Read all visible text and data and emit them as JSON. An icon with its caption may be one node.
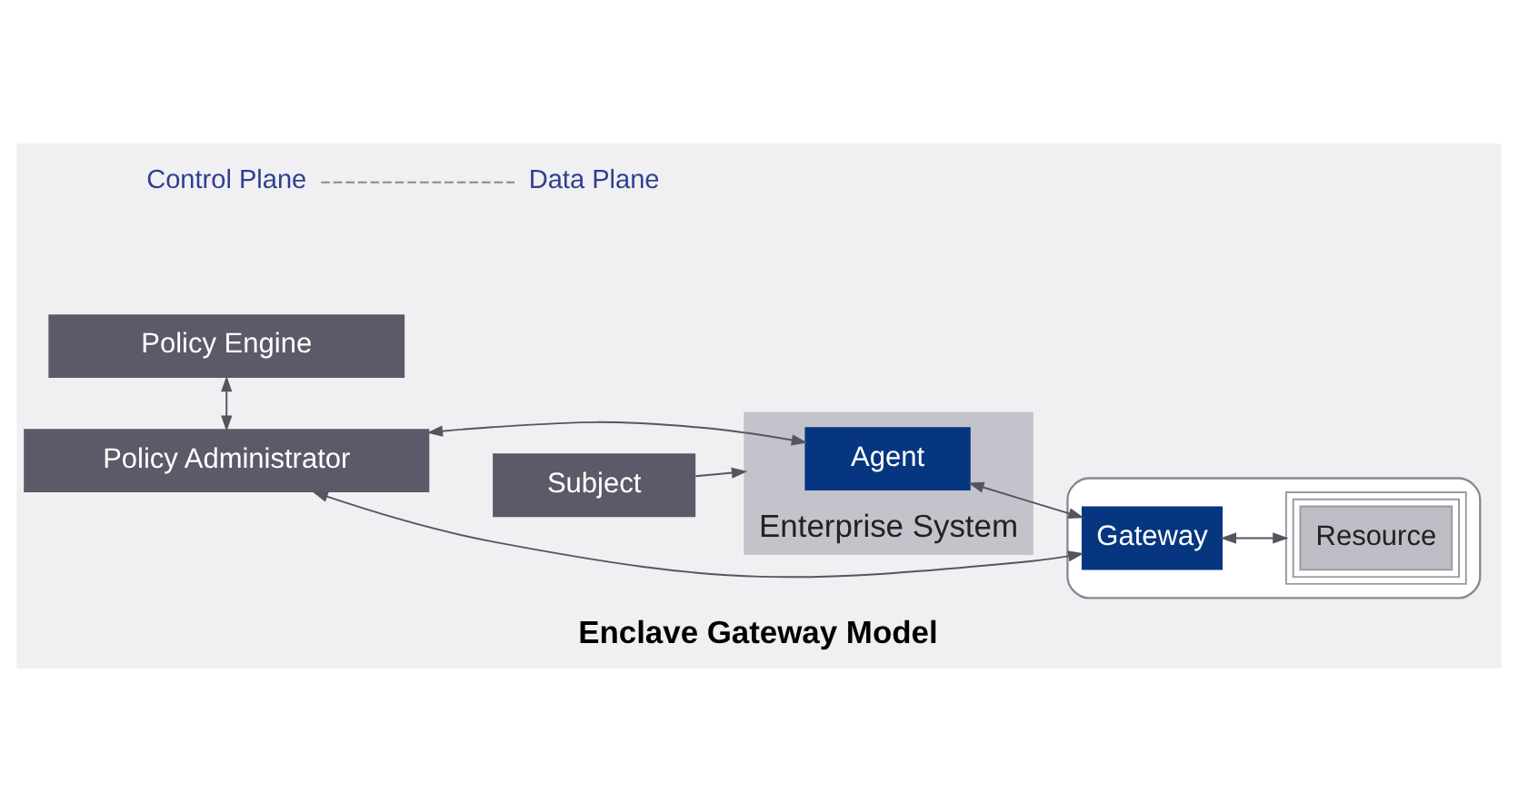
{
  "diagram": {
    "title": "Enclave Gateway Model",
    "nodes": [
      {
        "text": [
          "Policy Engine"
        ]
      },
      {
        "text": [
          "Policy Administrator"
        ]
      },
      {
        "text": [
          "Subject"
        ]
      },
      {
        "text": [
          "Enterprise System"
        ]
      },
      {
        "text": [
          "Agent"
        ],
        "in": 3
      },
      {
        "text": [],
        "shape": "cloud"
      },
      {
        "text": [
          "Gateway"
        ],
        "in": 5
      },
      {
        "text": [
          "Resource"
        ],
        "in": 5
      }
    ],
    "edges": [
      {
        "from": 0,
        "to": 1,
        "arrow": "both"
      },
      {
        "from": 1,
        "to": 4,
        "arrow": "both"
      },
      {
        "from": 1,
        "to": 6,
        "arrow": "both"
      },
      {
        "from": 2,
        "to": 3,
        "arrow": "to"
      },
      {
        "from": 4,
        "to": 6,
        "arrow": "both"
      },
      {
        "from": 6,
        "to": 7,
        "arrow": "both"
      }
    ],
    "labels": [
      "Control Plane",
      "Data Plane"
    ]
  }
}
